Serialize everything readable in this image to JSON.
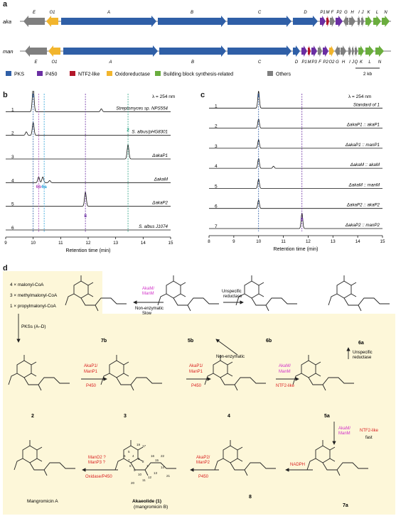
{
  "panels": {
    "a": "a",
    "b": "b",
    "c": "c",
    "d": "d"
  },
  "gene_cluster": {
    "rows": [
      {
        "name": "aka",
        "genes": [
          {
            "l": "E",
            "c": "others",
            "dir": -1,
            "x0": 33,
            "x1": 63
          },
          {
            "l": "O1",
            "c": "oxido",
            "dir": -1,
            "x0": 65,
            "x1": 82
          },
          {
            "l": "A",
            "c": "pks",
            "dir": 1,
            "x0": 86,
            "x1": 220
          },
          {
            "l": "B",
            "c": "pks",
            "dir": 1,
            "x0": 222,
            "x1": 318
          },
          {
            "l": "C",
            "c": "pks",
            "dir": 1,
            "x0": 320,
            "x1": 410
          },
          {
            "l": "D",
            "c": "pks",
            "dir": 1,
            "x0": 412,
            "x1": 447
          },
          {
            "l": "P1",
            "c": "p450",
            "dir": 1,
            "x0": 450,
            "x1": 458
          },
          {
            "l": "M",
            "c": "ntf2",
            "dir": 1,
            "x0": 459,
            "x1": 463
          },
          {
            "l": "F",
            "c": "others",
            "dir": 1,
            "x0": 464,
            "x1": 471
          },
          {
            "l": "P2",
            "c": "p450",
            "dir": 1,
            "x0": 472,
            "x1": 482
          },
          {
            "l": "G",
            "c": "others",
            "dir": -1,
            "x0": 483,
            "x1": 490
          },
          {
            "l": "H",
            "c": "others",
            "dir": 1,
            "x0": 491,
            "x1": 500
          },
          {
            "l": "I",
            "c": "others",
            "dir": 1,
            "x0": 503,
            "x1": 507
          },
          {
            "l": "J",
            "c": "others",
            "dir": 1,
            "x0": 508,
            "x1": 512
          },
          {
            "l": "K",
            "c": "bb",
            "dir": 1,
            "x0": 514,
            "x1": 523
          },
          {
            "l": "L",
            "c": "bb",
            "dir": 1,
            "x0": 525,
            "x1": 536
          },
          {
            "l": "N",
            "c": "bb",
            "dir": 1,
            "x0": 537,
            "x1": 548
          }
        ]
      },
      {
        "name": "man",
        "genes": [
          {
            "l": "E",
            "c": "others",
            "dir": -1,
            "x0": 35,
            "x1": 66
          },
          {
            "l": "O1",
            "c": "oxido",
            "dir": -1,
            "x0": 68,
            "x1": 85
          },
          {
            "l": "A",
            "c": "pks",
            "dir": 1,
            "x0": 89,
            "x1": 222
          },
          {
            "l": "B",
            "c": "pks",
            "dir": 1,
            "x0": 224,
            "x1": 318
          },
          {
            "l": "C",
            "c": "pks",
            "dir": 1,
            "x0": 320,
            "x1": 410
          },
          {
            "l": "D",
            "c": "pks",
            "dir": 1,
            "x0": 412,
            "x1": 422
          },
          {
            "l": "P1",
            "c": "p450",
            "dir": 1,
            "x0": 424,
            "x1": 432
          },
          {
            "l": "M",
            "c": "ntf2",
            "dir": 1,
            "x0": 433,
            "x1": 437
          },
          {
            "l": "P3",
            "c": "p450",
            "dir": 1,
            "x0": 438,
            "x1": 446
          },
          {
            "l": "F",
            "c": "others",
            "dir": 1,
            "x0": 447,
            "x1": 453
          },
          {
            "l": "P2",
            "c": "p450",
            "dir": 1,
            "x0": 454,
            "x1": 462
          },
          {
            "l": "O2",
            "c": "oxido",
            "dir": 1,
            "x0": 463,
            "x1": 470
          },
          {
            "l": "G",
            "c": "others",
            "dir": -1,
            "x0": 471,
            "x1": 478
          },
          {
            "l": "H",
            "c": "others",
            "dir": 1,
            "x0": 479,
            "x1": 487
          },
          {
            "l": "I",
            "c": "others",
            "dir": 1,
            "x0": 490,
            "x1": 494
          },
          {
            "l": "J",
            "c": "others",
            "dir": 1,
            "x0": 495,
            "x1": 498
          },
          {
            "l": "Q",
            "c": "others",
            "dir": 1,
            "x0": 499,
            "x1": 503
          },
          {
            "l": "K",
            "c": "bb",
            "dir": 1,
            "x0": 504,
            "x1": 512
          },
          {
            "l": "L",
            "c": "bb",
            "dir": 1,
            "x0": 514,
            "x1": 526
          },
          {
            "l": "N",
            "c": "bb",
            "dir": 1,
            "x0": 528,
            "x1": 540
          }
        ]
      }
    ],
    "scale_bar": "2 kb",
    "legend": [
      {
        "key": "pks",
        "label": "PKS"
      },
      {
        "key": "p450",
        "label": "P450"
      },
      {
        "key": "ntf2",
        "label": "NTF2-like"
      },
      {
        "key": "oxido",
        "label": "Oxidoreductase"
      },
      {
        "key": "bb",
        "label": "Building block synthesis-related"
      },
      {
        "key": "others",
        "label": "Others"
      }
    ]
  },
  "colors": {
    "pks": "#2f5fa7",
    "p450": "#6b2ea3",
    "ntf2": "#b3172a",
    "oxido": "#f2b52d",
    "bb": "#6aad3e",
    "others": "#7f7f7f",
    "magenta": "#d233c9",
    "red": "#d92020",
    "bg_yellow": "#fdf7d9"
  },
  "chart_data": [
    {
      "type": "line",
      "title": "",
      "xlabel": "Retention time (min)",
      "xlim": [
        9,
        15
      ],
      "xticks": [
        "9",
        "10",
        "11",
        "12",
        "13",
        "14",
        "15"
      ],
      "wavelength": "λ = 254 nm",
      "traces": [
        {
          "n": "1",
          "label": "Streptomyces sp. NPS554",
          "peaks": [
            [
              10.0,
              34
            ],
            [
              12.48,
              4
            ]
          ]
        },
        {
          "n": "2",
          "label": "S. albus/pHG8301",
          "peaks": [
            [
              10.0,
              18
            ],
            [
              9.75,
              5
            ]
          ]
        },
        {
          "n": "3",
          "label": "ΔakaP1",
          "peaks": [
            [
              13.45,
              20
            ]
          ]
        },
        {
          "n": "4",
          "label": "ΔakaM",
          "peaks": [
            [
              10.2,
              8
            ],
            [
              10.35,
              8
            ],
            [
              10.6,
              3
            ]
          ]
        },
        {
          "n": "5",
          "label": "ΔakaP2",
          "peaks": [
            [
              11.9,
              20
            ]
          ]
        },
        {
          "n": "6",
          "label": "S. albus J1074",
          "peaks": []
        }
      ],
      "peak_labels": [
        {
          "t": "1",
          "x": 10.0,
          "color": "#2f5fa7"
        },
        {
          "t": "2",
          "x": 13.45,
          "color": "#2aa383"
        },
        {
          "t": "6b",
          "x": 10.2,
          "color": "#b050c0"
        },
        {
          "t": "6a",
          "x": 10.4,
          "color": "#2aa0d8"
        },
        {
          "t": "8",
          "x": 11.9,
          "color": "#6b2ea3"
        }
      ]
    },
    {
      "type": "line",
      "title": "",
      "xlabel": "Retention time (min)",
      "xlim": [
        8,
        15
      ],
      "xticks": [
        "8",
        "9",
        "10",
        "11",
        "12",
        "13",
        "14",
        "15"
      ],
      "wavelength": "λ = 254 nm",
      "traces": [
        {
          "n": "1",
          "label": "Standard of 1",
          "peaks": [
            [
              10.0,
              24
            ]
          ]
        },
        {
          "n": "2",
          "label": "ΔakaP1 :: akaP1",
          "peaks": [
            [
              10.0,
              13
            ]
          ]
        },
        {
          "n": "3",
          "label": "ΔakaP1 :: manP1",
          "peaks": [
            [
              10.0,
              12
            ]
          ]
        },
        {
          "n": "4",
          "label": "ΔakaM :: akaM",
          "peaks": [
            [
              10.0,
              14
            ],
            [
              10.6,
              3
            ]
          ]
        },
        {
          "n": "5",
          "label": "ΔakaM :: manM",
          "peaks": [
            [
              10.0,
              13
            ]
          ]
        },
        {
          "n": "6",
          "label": "ΔakaP2 :: akaP2",
          "peaks": [
            [
              10.0,
              12
            ]
          ]
        },
        {
          "n": "7",
          "label": "ΔakaP2 :: manP2",
          "peaks": [
            [
              11.75,
              22
            ]
          ]
        }
      ],
      "peak_labels": [
        {
          "t": "1",
          "x": 10.0,
          "color": "#2f5fa7"
        },
        {
          "t": "8",
          "x": 11.75,
          "color": "#6b2ea3"
        }
      ]
    }
  ],
  "pathway": {
    "precursors": [
      "4 × malonyl-CoA",
      "3 × methylmalonyl-CoA",
      "1 × propylmalonyl-CoA"
    ],
    "pks_step": "PKSs (A–D)",
    "compounds": [
      "2",
      "3",
      "4",
      "5a",
      "6a",
      "6b",
      "5b",
      "7b",
      "7a",
      "8",
      "Akaeolide (1)",
      "(mangromicin B)",
      "Mangromicin A"
    ],
    "enzymes": {
      "e23a": "AkaP1/",
      "e23b": "ManP1",
      "e23c": "P450",
      "e34a": "AkaP1/",
      "e34b": "ManP1",
      "e34c": "P450",
      "e45a": "AkaM/",
      "e45b": "ManM",
      "e45c": "NTF2-like",
      "e5a6a": "Unspecific",
      "e5a6a2": "reductase",
      "e7aa": "AkaM/",
      "e7ab": "ManM",
      "e7ac": "NTF2-like",
      "e7ad": "fast",
      "e78": "NADPH",
      "e81a": "AkaP2/",
      "e81b": "ManP2",
      "e81c": "P450",
      "e1Ma": "ManO2 ?",
      "e1Mb": "ManP3 ?",
      "e1Mc": "Oxidase/P450",
      "e5b6ba": "Unspecific",
      "e5b6bb": "reductase",
      "e5b7ba": "AkaM/",
      "e5b7bb": "ManM",
      "e5b7bc": "Non-enzymatic",
      "e5b7bd": "Slow",
      "enon": "Non-enzymatic"
    },
    "atom_numbers": [
      "19",
      "17",
      "16",
      "15",
      "14",
      "13",
      "12",
      "11",
      "10",
      "9",
      "8",
      "7",
      "6",
      "5",
      "4",
      "3",
      "2",
      "1",
      "20",
      "21",
      "22"
    ]
  }
}
